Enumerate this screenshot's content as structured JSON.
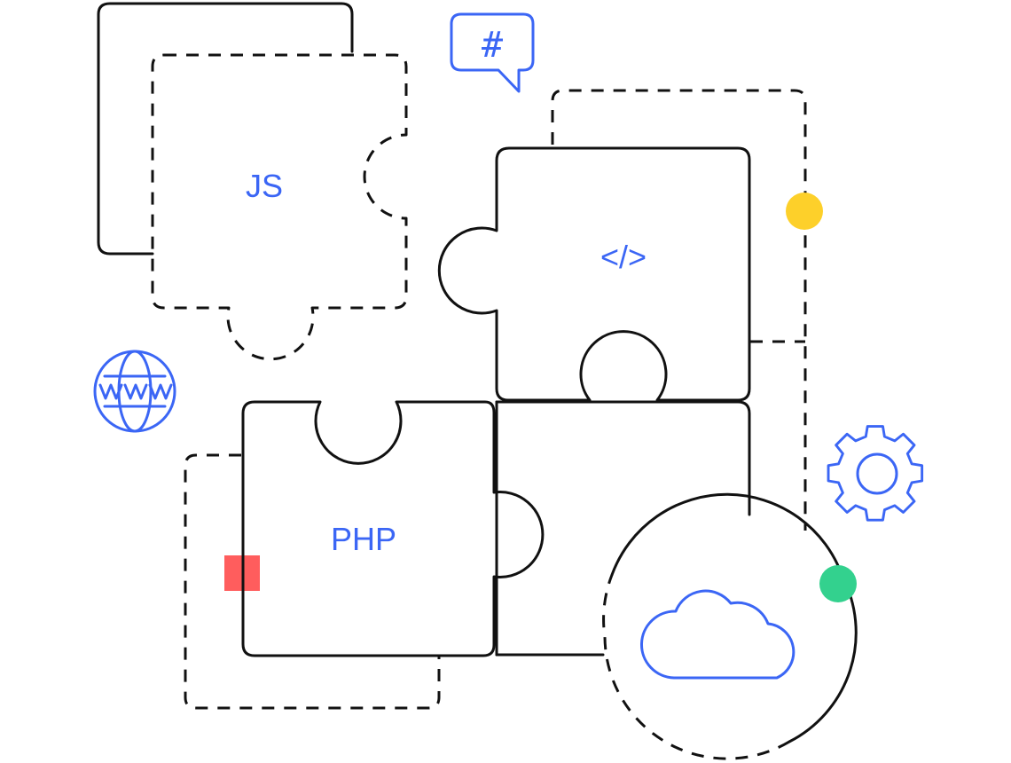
{
  "labels": {
    "js": "JS",
    "code": "</>",
    "php": "PHP",
    "hash": "#",
    "www": "www"
  },
  "colors": {
    "ink": "#111111",
    "accent": "#3b66f5",
    "yellow": "#fdd02a",
    "red": "#ff5d5d",
    "green": "#33d18e"
  },
  "icons": [
    "hash-chat-bubble-icon",
    "globe-www-icon",
    "gear-icon",
    "cloud-icon"
  ]
}
